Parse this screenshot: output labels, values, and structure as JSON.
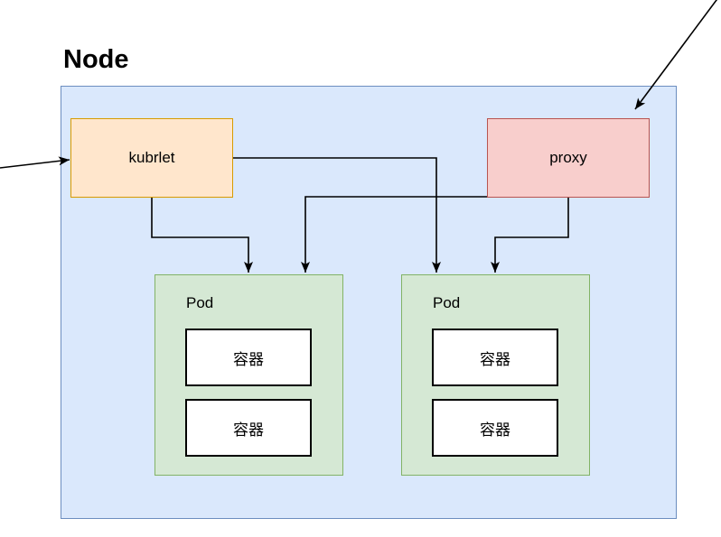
{
  "title": "Node",
  "kubelet": {
    "label": "kubrlet"
  },
  "proxy": {
    "label": "proxy"
  },
  "pods": [
    {
      "label": "Pod",
      "containers": [
        {
          "label": "容器"
        },
        {
          "label": "容器"
        }
      ]
    },
    {
      "label": "Pod",
      "containers": [
        {
          "label": "容器"
        },
        {
          "label": "容器"
        }
      ]
    }
  ],
  "edges": [
    {
      "from": "external-left",
      "to": "kubrlet"
    },
    {
      "from": "external-top-right",
      "to": "proxy"
    },
    {
      "from": "kubrlet",
      "to": "pod-1"
    },
    {
      "from": "kubrlet",
      "to": "pod-2"
    },
    {
      "from": "proxy",
      "to": "pod-1"
    },
    {
      "from": "proxy",
      "to": "pod-2"
    }
  ],
  "colors": {
    "background": "#ffffff",
    "node_fill": "#dae8fc",
    "node_border": "#6c8ebf",
    "kubelet_fill": "#ffe6cc",
    "kubelet_border": "#d79b00",
    "proxy_fill": "#f8cecc",
    "proxy_border": "#b85450",
    "pod_fill": "#d5e8d4",
    "pod_border": "#82b366",
    "container_fill": "#ffffff",
    "container_border": "#000000",
    "edge": "#000000",
    "text": "#000000"
  }
}
